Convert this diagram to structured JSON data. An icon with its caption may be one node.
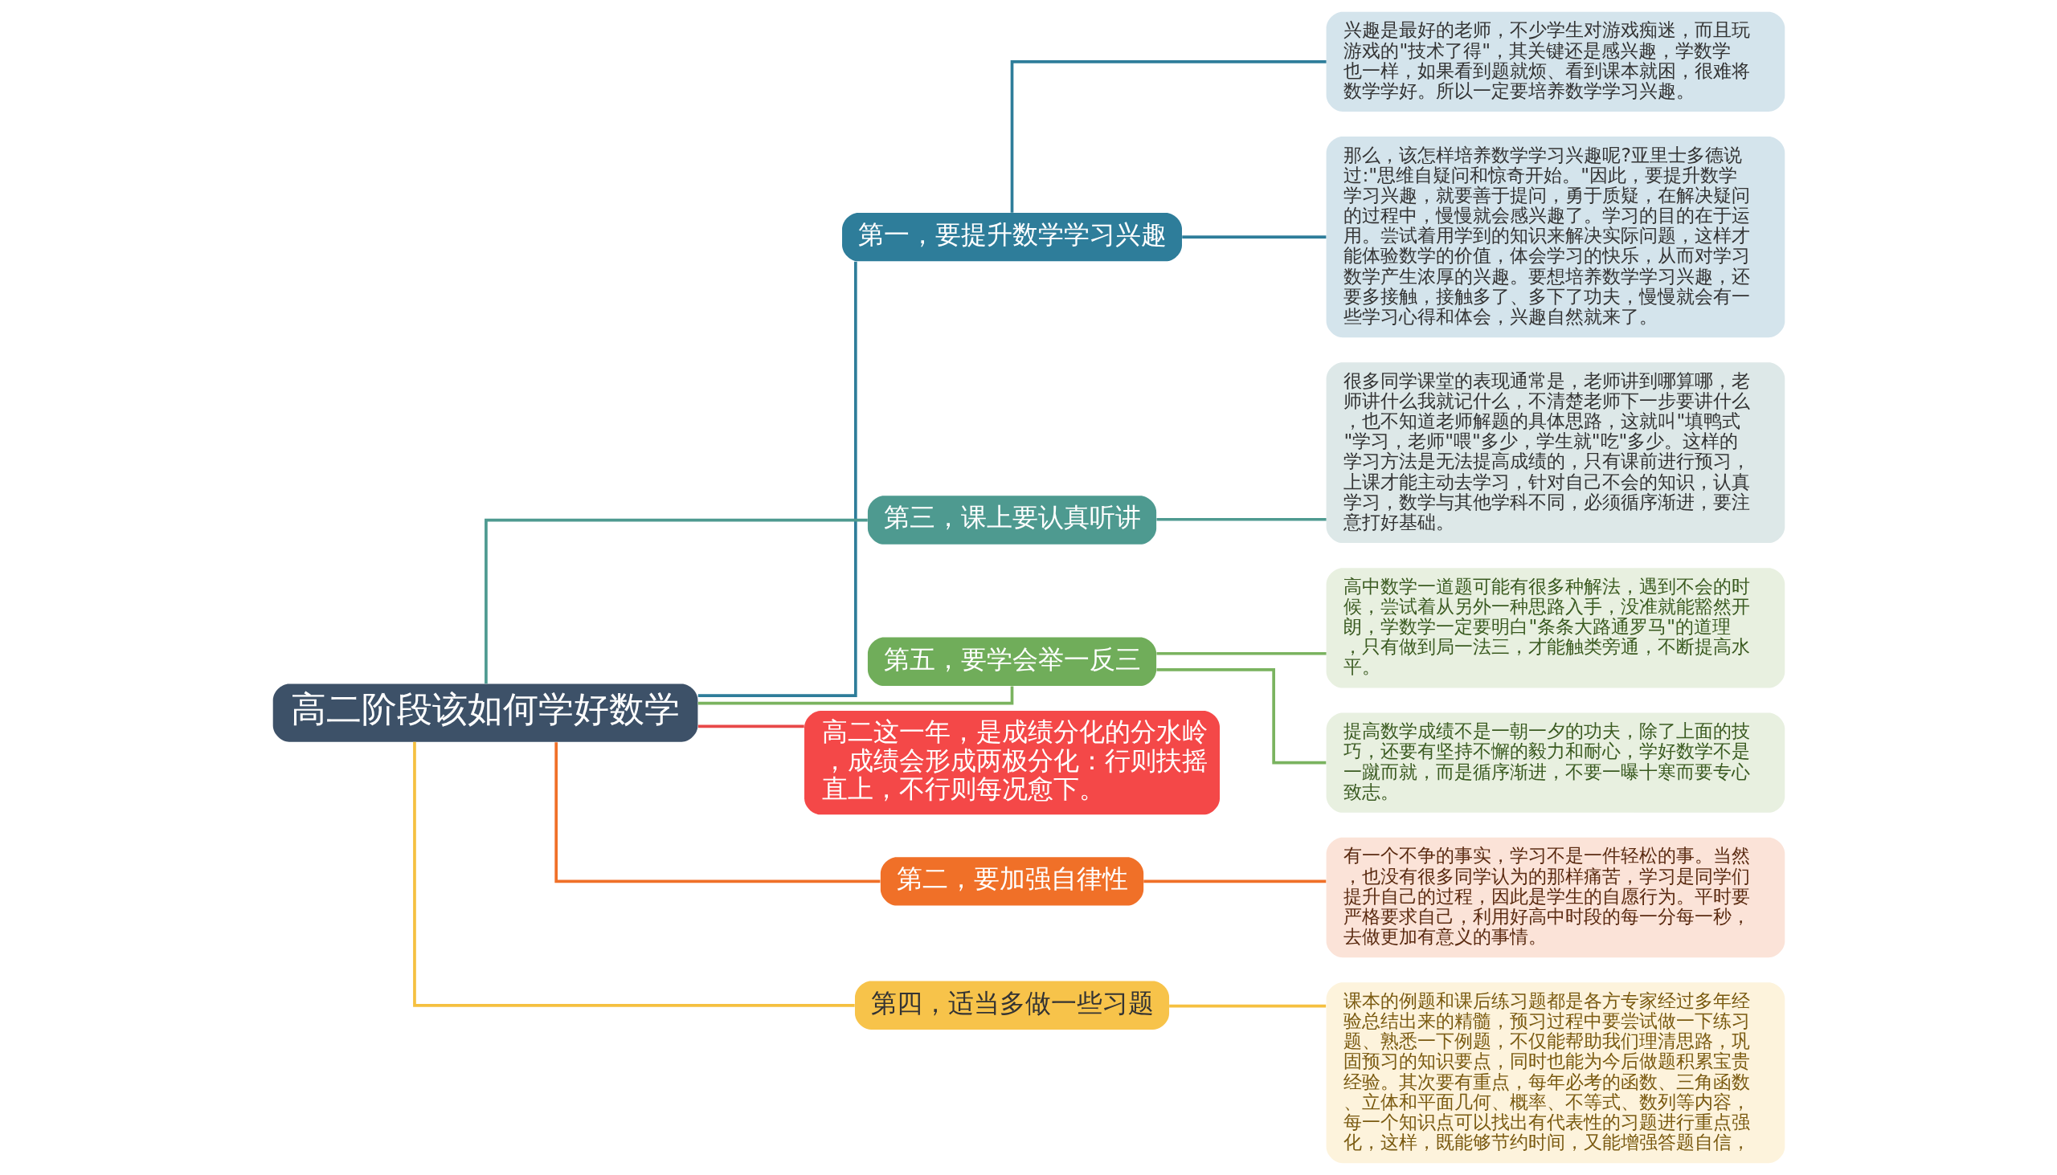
{
  "diagram": {
    "nodes": [
      {
        "text": [
          "高二阶段该如何学好数学"
        ]
      },
      {
        "text": [
          "第一，要提升数学学习兴趣"
        ]
      },
      {
        "text": [
          "兴趣是最好的老师，不少学生对游戏痴迷，而且玩游戏的\"技术了得\"，其关键还是感兴趣，学数学也一样，如果看到题就烦、看到课本就困，很难将数学学好。所以一定要培养数学学习兴趣。"
        ]
      },
      {
        "text": [
          "那么，该怎样培养数学学习兴趣呢?亚里士多德说过:\"思维自疑问和惊奇开始。\"因此，要提升数学学习兴趣，就要善于提问，勇于质疑，在解决疑问的过程中，慢慢就会感兴趣了。学习的目的在于运用。尝试着用学到的知识来解决实际问题，这样才能体验数学的价值，体会学习的快乐，从而对学习数学产生浓厚的兴趣。要想培养数学学习兴趣，还要多接触，接触多了、多下了功夫，慢慢就会有一些学习心得和体会，兴趣自然就来了。"
        ]
      },
      {
        "text": [
          "第三，课上要认真听讲"
        ]
      },
      {
        "text": [
          "很多同学课堂的表现通常是，老师讲到哪算哪，老师讲什么我就记什么，不清楚老师下一步要讲什么，也不知道老师解题的具体思路，这就叫\"填鸭式\"学习，老师\"喂\"多少，学生就\"吃\"多少。这样的学习方法是无法提高成绩的，只有课前进行预习，上课才能主动去学习，针对自己不会的知识，认真学习，数学与其他学科不同，必须循序渐进，要注意打好基础。"
        ]
      },
      {
        "text": [
          "第五，要学会举一反三"
        ]
      },
      {
        "text": [
          "高中数学一道题可能有很多种解法，遇到不会的时候，尝试着从另外一种思路入手，没准就能豁然开朗，学数学一定要明白\"条条大路通罗马\"的道理，只有做到局一法三，才能触类旁通，不断提高水平。"
        ]
      },
      {
        "text": [
          "提高数学成绩不是一朝一夕的功夫，除了上面的技巧，还要有坚持不懈的毅力和耐心，学好数学不是一蹴而就，而是循序渐进，不要一曝十寒而要专心致志。"
        ]
      },
      {
        "text": [
          "高二这一年，是成绩分化的分水岭，成绩会形成两极分化：行则扶摇直上，不行则每况愈下。"
        ]
      },
      {
        "text": [
          "第二，要加强自律性"
        ]
      },
      {
        "text": [
          "有一个不争的事实，学习不是一件轻松的事。当然，也没有很多同学认为的那样痛苦，学习是同学们提升自己的过程，因此是学生的自愿行为。平时要严格要求自己，利用好高中时段的每一分每一秒，去做更加有意义的事情。"
        ]
      },
      {
        "text": [
          "第四，适当多做一些习题"
        ]
      },
      {
        "text": [
          "课本的例题和课后练习题都是各方专家经过多年经验总结出来的精髓，预习过程中要尝试做一下练习题、熟悉一下例题，不仅能帮助我们理清思路，巩固预习的知识要点，同时也能为今后做题积累宝贵经验。其次要有重点，每年必考的函数、三角函数、立体和平面几何、概率、不等式、数列等内容，每一个知识点可以找出有代表性的习题进行重点强化，这样，既能够节约时间，又能增强答题自信，"
        ]
      }
    ],
    "edges": [
      {
        "from": 0,
        "to": 1,
        "arrow": "none",
        "color": "#2e7d9a"
      },
      {
        "from": 1,
        "to": 2,
        "arrow": "none",
        "color": "#2e7d9a"
      },
      {
        "from": 1,
        "to": 3,
        "arrow": "none",
        "color": "#2e7d9a"
      },
      {
        "from": 0,
        "to": 4,
        "arrow": "none",
        "color": "#4e9a90"
      },
      {
        "from": 4,
        "to": 5,
        "arrow": "none",
        "color": "#4e9a90"
      },
      {
        "from": 0,
        "to": 6,
        "arrow": "none",
        "color": "#7ab35f"
      },
      {
        "from": 6,
        "to": 7,
        "arrow": "none",
        "color": "#7ab35f"
      },
      {
        "from": 6,
        "to": 8,
        "arrow": "none",
        "color": "#7ab35f"
      },
      {
        "from": 0,
        "to": 9,
        "arrow": "none",
        "color": "#e84848"
      },
      {
        "from": 0,
        "to": 10,
        "arrow": "none",
        "color": "#f07028"
      },
      {
        "from": 10,
        "to": 11,
        "arrow": "none",
        "color": "#f07028"
      },
      {
        "from": 0,
        "to": 12,
        "arrow": "none",
        "color": "#f5c040"
      },
      {
        "from": 12,
        "to": 13,
        "arrow": "none",
        "color": "#f5c040"
      }
    ]
  }
}
